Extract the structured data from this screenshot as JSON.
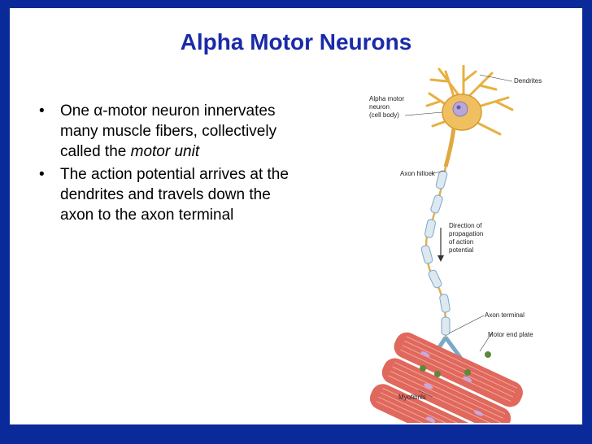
{
  "slide": {
    "title": "Alpha Motor Neurons",
    "bullets": [
      {
        "prefix": "One ",
        "symbol": "α",
        "text": "-motor neuron innervates many muscle fibers, collectively called the ",
        "emphasis": "motor unit"
      },
      {
        "text": "The action potential arrives at the dendrites and travels down the axon to the axon terminal"
      }
    ]
  },
  "figure": {
    "labels": {
      "neuron_1": "Alpha motor",
      "neuron_2": "neuron",
      "neuron_3": "(cell body)",
      "dendrites": "Dendrites",
      "axon_hillock": "Axon hillock",
      "direction_1": "Direction of",
      "direction_2": "propagation",
      "direction_3": "of action",
      "direction_4": "potential",
      "axon_terminal": "Axon terminal",
      "motor_end_plate": "Motor end plate",
      "myofibrils": "Myofibrils"
    },
    "colors": {
      "neuron": "#f0c060",
      "nucleus": "#b8a8d8",
      "myelin": "#dde8f0",
      "muscle": "#e0685c",
      "muscle_stripe": "#f2a8a0",
      "end_plate": "#5a8a3a"
    }
  },
  "background_color": "#0a2a9a"
}
